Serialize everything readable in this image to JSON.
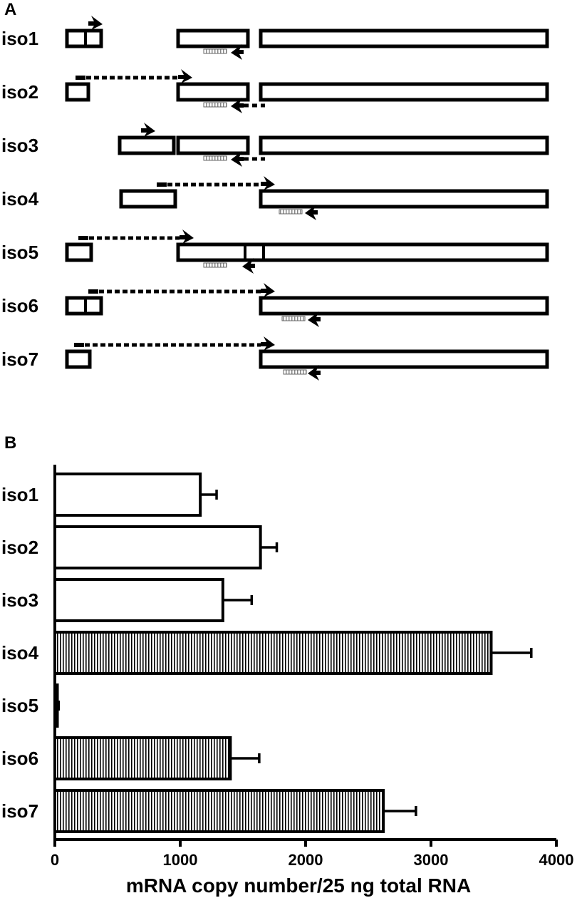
{
  "panels": {
    "a_label": "A",
    "b_label": "B"
  },
  "diagram": {
    "isoforms": [
      {
        "name": "iso1"
      },
      {
        "name": "iso2"
      },
      {
        "name": "iso3"
      },
      {
        "name": "iso4"
      },
      {
        "name": "iso5"
      },
      {
        "name": "iso6"
      },
      {
        "name": "iso7"
      }
    ]
  },
  "chart_data": {
    "type": "bar",
    "orientation": "horizontal",
    "categories": [
      "iso1",
      "iso2",
      "iso3",
      "iso4",
      "iso5",
      "iso6",
      "iso7"
    ],
    "values": [
      1160,
      1640,
      1340,
      3480,
      20,
      1400,
      2620
    ],
    "errors": [
      130,
      130,
      230,
      320,
      10,
      230,
      260
    ],
    "patterns": [
      "open",
      "open",
      "open",
      "hatched",
      "hatched",
      "hatched",
      "hatched"
    ],
    "xlabel": "mRNA copy number/25 ng total RNA",
    "xlim": [
      0,
      4000
    ],
    "xticks": [
      0,
      1000,
      2000,
      3000,
      4000
    ],
    "grid": false,
    "colors": {
      "bar_edge": "#000000",
      "open_fill": "#ffffff",
      "hatch": "#000000"
    }
  }
}
